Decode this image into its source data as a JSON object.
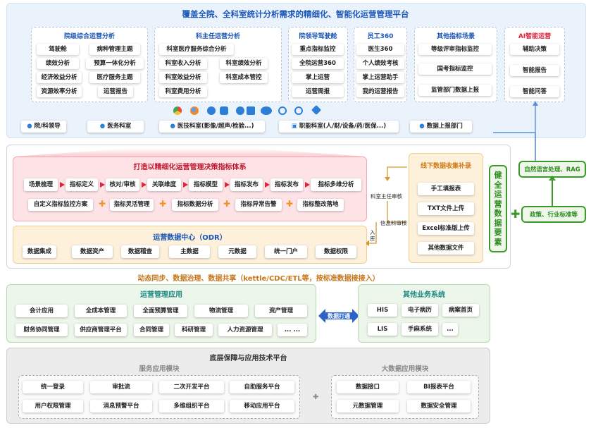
{
  "top": {
    "title": "覆盖全院、全科室统计分析需求的精细化、智能化运营管理平台",
    "groups": [
      {
        "title": "院级综合运营分析",
        "items": [
          "驾驶舱",
          "病种管理主题",
          "绩效分析",
          "预算一体化分析",
          "经济效益分析",
          "医疗服务主题",
          "资源效率分析",
          "运营报告"
        ]
      },
      {
        "title": "科主任运营分析",
        "items": [
          "科室医疗服务综合分析",
          "科室收入分析",
          "科室绩效分析",
          "科室效益分析",
          "科室成本管控",
          "科室费用分析"
        ]
      },
      {
        "title": "院领导驾驶舱",
        "items": [
          "重点指标监控",
          "全院运营360",
          "掌上运营",
          "运营周报"
        ]
      },
      {
        "title": "员工360",
        "items": [
          "医生360",
          "个人绩效考核",
          "掌上运营助手",
          "我的运营报告"
        ]
      },
      {
        "title": "其他指标场景",
        "items": [
          "等级评审指标监控",
          "国考指标监控",
          "监管部门数据上报"
        ]
      },
      {
        "title": "AI智能运营",
        "items": [
          "辅助决策",
          "智能报告",
          "智能问答"
        ]
      }
    ],
    "users": [
      "院/科领导",
      "医务科室",
      "医技科室(影像/超声/检验...)",
      "职能科室(人/财/设备/药/医保...)",
      "数据上报部门"
    ]
  },
  "indicator": {
    "title": "打造以精细化运营管理决策指标体系",
    "steps": [
      "场景梳理",
      "指标定义",
      "核对/审核",
      "关联维度",
      "指标模型",
      "指标发布",
      "指标发布",
      "指标多维分析"
    ],
    "row2": [
      "自定义指标监控方案",
      "指标灵活管理",
      "指标数据分析",
      "指标异常告警",
      "指标整改落地"
    ]
  },
  "odr": {
    "title": "运营数据中心（ODR）",
    "items": [
      "数据集成",
      "数据资产",
      "数据稽查",
      "主数据",
      "元数据",
      "统一门户",
      "数据权限"
    ]
  },
  "flow_labels": {
    "review": "科室主任审核",
    "info": "信息科审核",
    "storage": "入库"
  },
  "offline": {
    "title": "线下数据收集补录",
    "items": [
      "手工填报表",
      "TXT文件上传",
      "Excel标准版上传",
      "其他数据文件"
    ]
  },
  "side": {
    "vertical": "健全运营数据要素",
    "nlp": "自然语言处理、RAG",
    "policy": "政策、行业标准等"
  },
  "sync": "动态同步、数据治理、数据共享（kettle/CDC/ETL等，按标准数据接接入）",
  "ops_apps": {
    "title": "运营管理应用",
    "items": [
      "会计应用",
      "全成本管理",
      "全面预算管理",
      "物流管理",
      "资产管理",
      "财务协同管理",
      "供应商管理平台",
      "合同管理",
      "科研管理",
      "人力资源管理",
      "... ..."
    ]
  },
  "bridge": "数据打通",
  "other_systems": {
    "title": "其他业务系统",
    "items": [
      "HIS",
      "电子病历",
      "病案首页",
      "LIS",
      "手麻系统",
      "..."
    ]
  },
  "base": {
    "title": "底层保障与应用技术平台",
    "service_title": "服务应用模块",
    "service_items": [
      "统一登录",
      "审批流",
      "二次开发平台",
      "自助服务平台",
      "用户权限管理",
      "消息预警平台",
      "多维组织平台",
      "移动应用平台"
    ],
    "bigdata_title": "大数据应用模块",
    "bigdata_items": [
      "数据接口",
      "BI报表平台",
      "元数据管理",
      "数据安全管理"
    ]
  },
  "colors": {
    "blue": "#1a55b8",
    "red": "#e0263a",
    "orange": "#e08a1a",
    "green": "#3c9a2c",
    "teal": "#1c8a83"
  }
}
